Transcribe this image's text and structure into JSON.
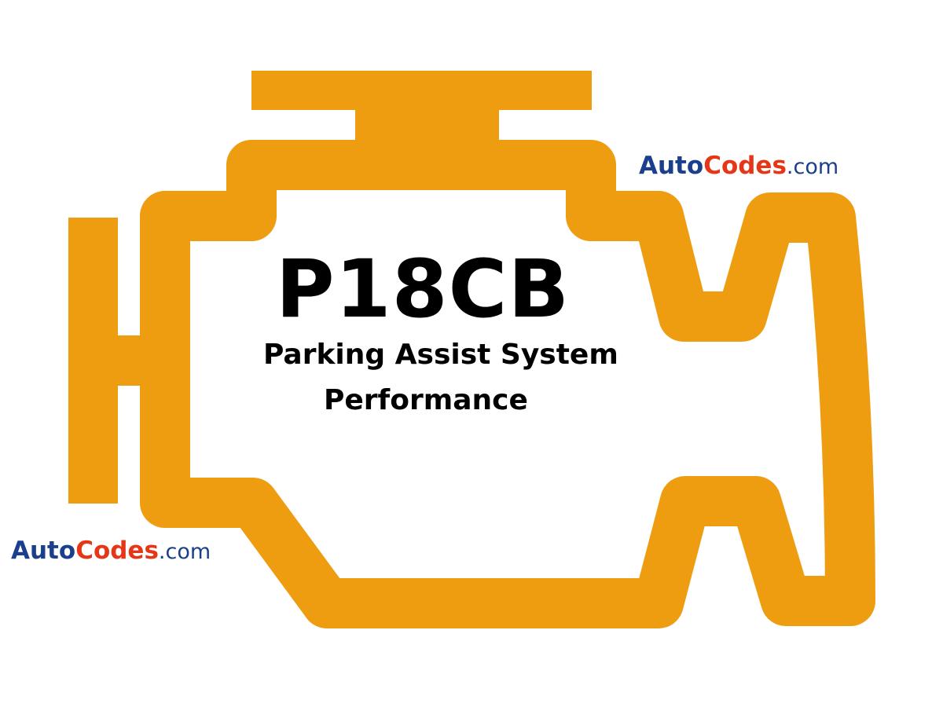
{
  "code": {
    "title": "P18CB",
    "description_line1": "Parking Assist System",
    "description_line2": "Performance"
  },
  "brand_top": {
    "part_auto": "Auto",
    "part_codes": "Codes",
    "part_tld": ".com"
  },
  "brand_bottom": {
    "part_auto": "Auto",
    "part_codes": "Codes",
    "part_tld": ".com"
  },
  "colors": {
    "engine": "#EE9C10",
    "brand_blue": "#1B3F8C",
    "brand_red": "#E53717",
    "text": "#000000"
  },
  "icons": [
    "check-engine-icon"
  ]
}
